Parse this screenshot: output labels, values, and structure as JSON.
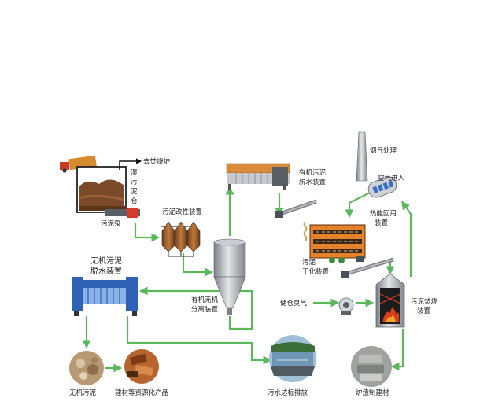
{
  "labels": {
    "to_incinerator": "去焚烧炉",
    "storage_bin": [
      "湿",
      "污",
      "泥",
      "仓"
    ],
    "sludge_pump": "污泥泵",
    "sludge_modifier": "污泥改性装置",
    "organic_dewatering": [
      "有机污泥",
      "脱水装置"
    ],
    "flue_gas": "烟气处理",
    "air_in": "空气进入",
    "heat_recovery": [
      "热能回用",
      "装置"
    ],
    "inorganic_dewatering": [
      "无机污泥",
      "脱水装置"
    ],
    "separator": [
      "有机无机",
      "分离装置"
    ],
    "sludge_drying": [
      "污泥",
      "干化装置"
    ],
    "odor_storage": "储仓臭气",
    "incinerator": [
      "污泥焚烧",
      "装置"
    ],
    "inorganic_sludge": "无机污泥",
    "building_materials": "建材等资源化产品",
    "water_discharge": "污水达标排放",
    "slag_materials": "炉渣制建材"
  },
  "colors": {
    "flow_arrow": "#5cb85c",
    "sludge_brown": "#7a4a2a",
    "machine_blue": "#2f62b5",
    "press_orange": "#d98a3a",
    "dryer_orange": "#e6822a",
    "fire_red": "#d8401d",
    "steel_gray": "#9a9ea3"
  },
  "icons": [
    "truck-icon",
    "storage-bin-icon",
    "pump-icon",
    "modifier-tanks-icon",
    "filter-press-icon",
    "separator-cone-icon",
    "chimney-icon",
    "heat-exchanger-icon",
    "dryer-icon",
    "screw-conveyor-icon",
    "fan-icon",
    "incinerator-icon",
    "photo-inorganic-sludge",
    "photo-building-materials",
    "photo-water-discharge",
    "photo-slag-materials"
  ]
}
